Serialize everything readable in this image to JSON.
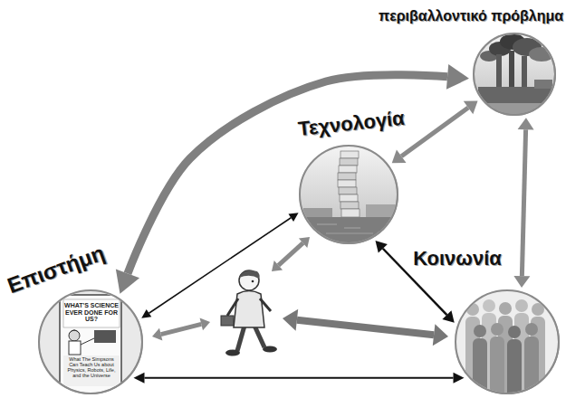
{
  "diagram": {
    "nodes": [
      {
        "text": [
          "περιβαλλοντικό πρόβλημα"
        ]
      },
      {
        "text": [
          "Τεχνολογία"
        ]
      },
      {
        "text": [
          "Επιστήμη"
        ]
      },
      {
        "text": [
          "Κοινωνία"
        ]
      }
    ],
    "edges": [
      {
        "from": 2,
        "to": 1,
        "arrow": "both"
      },
      {
        "from": 2,
        "to": 0,
        "arrow": "both"
      },
      {
        "from": 2,
        "to": 3,
        "arrow": "both"
      },
      {
        "from": 1,
        "to": 0,
        "arrow": "both"
      },
      {
        "from": 1,
        "to": 3,
        "arrow": "both"
      },
      {
        "from": 0,
        "to": 3,
        "arrow": "both"
      }
    ],
    "labels": [
      "WHAT'S SCIENCE EVER DONE FOR US?",
      "What The Simpsons Can Teach Us about Physics, Robots, Life, and the Universe"
    ]
  }
}
